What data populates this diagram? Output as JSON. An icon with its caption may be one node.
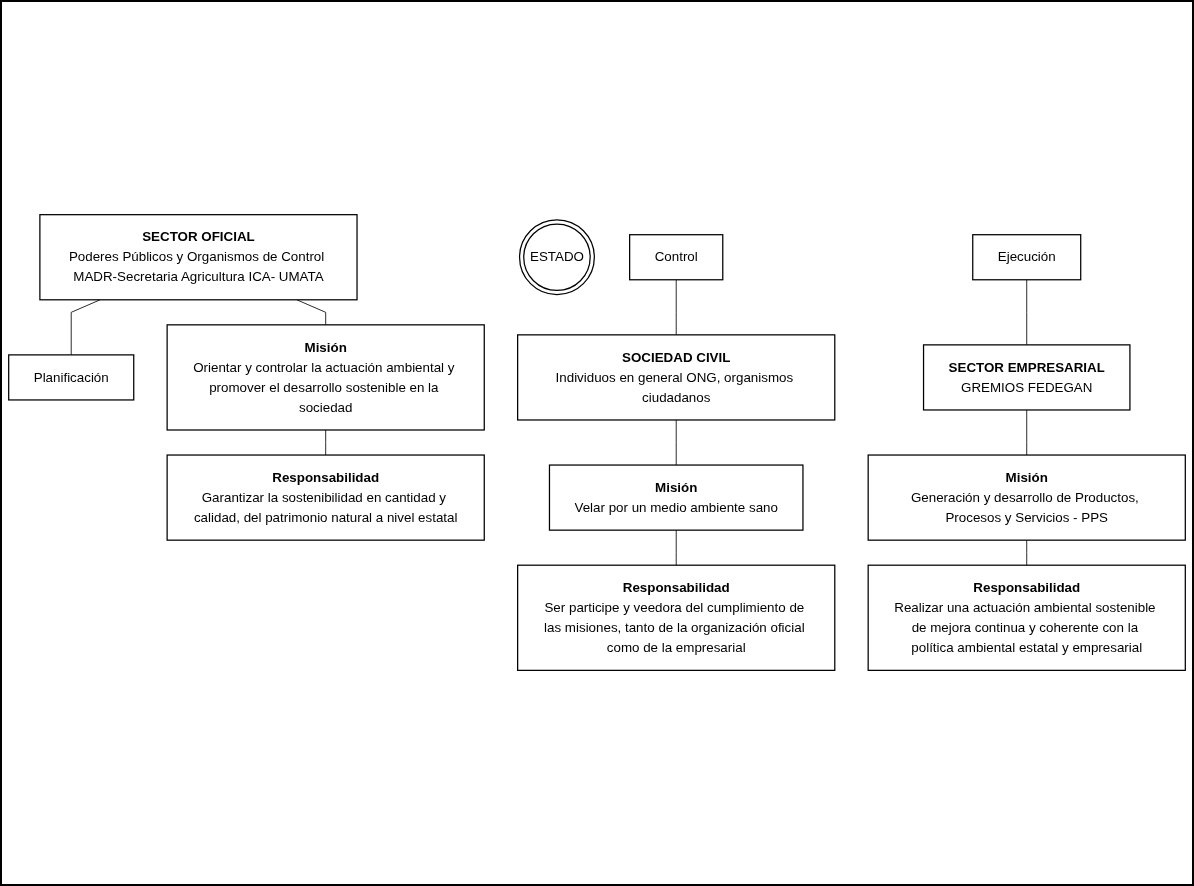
{
  "diagram": {
    "nodes": [
      {
        "text": [
          "SECTOR OFICIAL",
          "Poderes Públicos y Organismos de Control MADR-Secretaria Agricultura ICA- UMATA"
        ]
      },
      {
        "text": [
          "Planificación"
        ]
      },
      {
        "text": [
          "Misión",
          "Orientar y controlar la actuación ambiental y promover el desarrollo sostenible en la sociedad"
        ]
      },
      {
        "text": [
          "Responsabilidad",
          "Garantizar la sostenibilidad en cantidad y calidad, del patrimonio natural a nivel estatal"
        ]
      },
      {
        "text": [
          "ESTADO"
        ]
      },
      {
        "text": [
          "Control"
        ]
      },
      {
        "text": [
          "SOCIEDAD CIVIL",
          "Individuos en general ONG, organismos ciudadanos"
        ]
      },
      {
        "text": [
          "Misión",
          "Velar por un medio ambiente sano"
        ]
      },
      {
        "text": [
          "Responsabilidad",
          "Ser participe y veedora del cumplimiento de las misiones, tanto de la organización oficial como de la empresarial"
        ]
      },
      {
        "text": [
          "Ejecución"
        ]
      },
      {
        "text": [
          "SECTOR EMPRESARIAL",
          "GREMIOS FEDEGAN"
        ]
      },
      {
        "text": [
          "Misión",
          "Generación y desarrollo de Productos, Procesos y Servicios - PPS"
        ]
      },
      {
        "text": [
          "Responsabilidad",
          "Realizar una actuación ambiental sostenible de mejora continua y coherente con la política ambiental estatal y empresarial"
        ]
      }
    ],
    "edges": [
      {
        "from": 0,
        "to": 1,
        "arrow": "none"
      },
      {
        "from": 0,
        "to": 2,
        "arrow": "none"
      },
      {
        "from": 2,
        "to": 3,
        "arrow": "none"
      },
      {
        "from": 5,
        "to": 6,
        "arrow": "none"
      },
      {
        "from": 6,
        "to": 7,
        "arrow": "none"
      },
      {
        "from": 7,
        "to": 8,
        "arrow": "none"
      },
      {
        "from": 9,
        "to": 10,
        "arrow": "none"
      },
      {
        "from": 10,
        "to": 11,
        "arrow": "none"
      },
      {
        "from": 11,
        "to": 12,
        "arrow": "none"
      }
    ]
  }
}
